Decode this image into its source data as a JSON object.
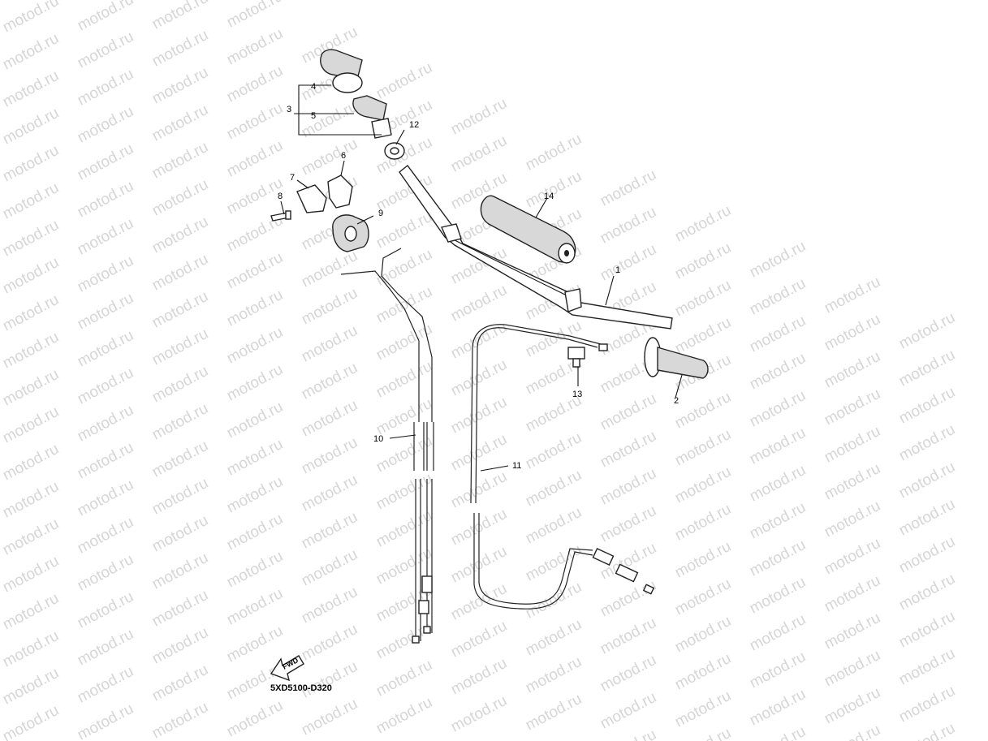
{
  "watermark": {
    "text": "motod.ru"
  },
  "diagram_code": "5XD5100-D320",
  "fwd_label": "FWD",
  "callouts": [
    "1",
    "2",
    "3",
    "4",
    "5",
    "6",
    "7",
    "8",
    "9",
    "10",
    "11",
    "12",
    "13",
    "14"
  ],
  "colors": {
    "line": "#222222",
    "watermark": "#d6d6d6",
    "shade": "#d8d8d8"
  }
}
